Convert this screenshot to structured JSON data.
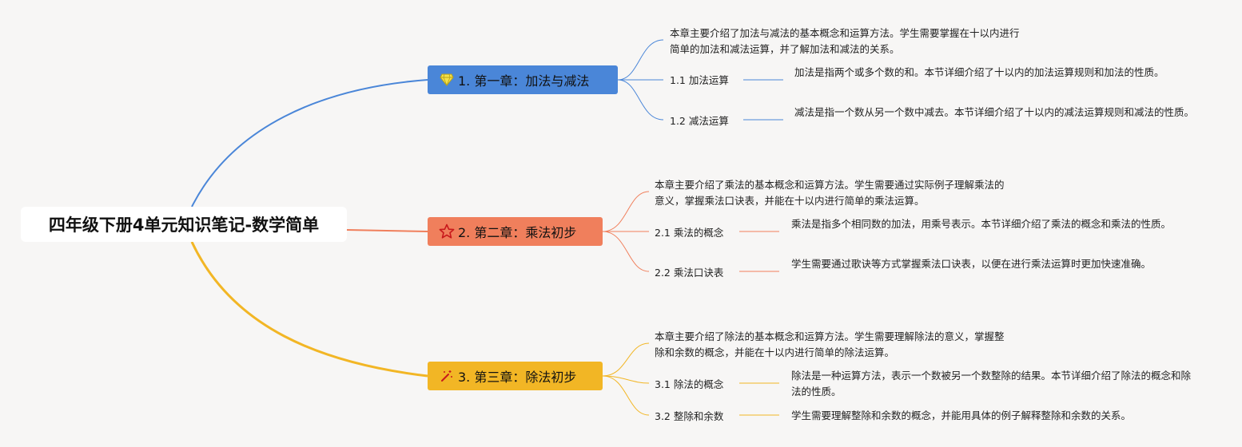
{
  "root": {
    "title": "四年级下册4单元知识笔记-数学简单"
  },
  "colors": {
    "ch1": "#4a86d8",
    "ch2": "#f07f5c",
    "ch3": "#f2b625"
  },
  "chapters": [
    {
      "icon": "diamond-icon",
      "title": "1. 第一章：加法与减法",
      "summary": "本章主要介绍了加法与减法的基本概念和运算方法。学生需要掌握在十以内进行\n简单的加法和减法运算，并了解加法和减法的关系。",
      "sections": [
        {
          "title": "1.1 加法运算",
          "desc": "加法是指两个或多个数的和。本节详细介绍了十以内的加法运算规则和加法的性质。"
        },
        {
          "title": "1.2 减法运算",
          "desc": "减法是指一个数从另一个数中减去。本节详细介绍了十以内的减法运算规则和减法的性质。"
        }
      ]
    },
    {
      "icon": "star-icon",
      "title": "2. 第二章：乘法初步",
      "summary": "本章主要介绍了乘法的基本概念和运算方法。学生需要通过实际例子理解乘法的\n意义，掌握乘法口诀表，并能在十以内进行简单的乘法运算。",
      "sections": [
        {
          "title": "2.1 乘法的概念",
          "desc": "乘法是指多个相同数的加法，用乘号表示。本节详细介绍了乘法的概念和乘法的性质。"
        },
        {
          "title": "2.2 乘法口诀表",
          "desc": "学生需要通过歌诀等方式掌握乘法口诀表，以便在进行乘法运算时更加快速准确。"
        }
      ]
    },
    {
      "icon": "magic-wand-icon",
      "title": "3. 第三章：除法初步",
      "summary": "本章主要介绍了除法的基本概念和运算方法。学生需要理解除法的意义，掌握整\n除和余数的概念，并能在十以内进行简单的除法运算。",
      "sections": [
        {
          "title": "3.1 除法的概念",
          "desc": "除法是一种运算方法，表示一个数被另一个数整除的结果。本节详细介绍了除法的概念和除法的性质。"
        },
        {
          "title": "3.2 整除和余数",
          "desc": "学生需要理解整除和余数的概念，并能用具体的例子解释整除和余数的关系。"
        }
      ]
    }
  ]
}
